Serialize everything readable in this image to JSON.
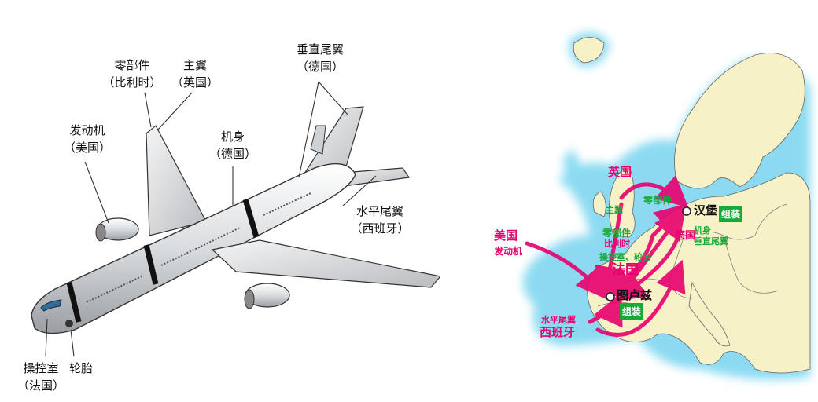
{
  "plane": {
    "parts": {
      "parts_label": {
        "name": "零部件",
        "country": "（比利时）"
      },
      "main_wing": {
        "name": "主翼",
        "country": "（英国）"
      },
      "vertical_tail": {
        "name": "垂直尾翼",
        "country": "（德国）"
      },
      "engine": {
        "name": "发动机",
        "country": "（美国）"
      },
      "fuselage": {
        "name": "机身",
        "country": "（德国）"
      },
      "horizontal_tail": {
        "name": "水平尾翼",
        "country": "（西班牙）"
      },
      "cockpit": {
        "name": "操控室",
        "country": "（法国）"
      },
      "tire": {
        "name": "轮胎"
      }
    }
  },
  "map": {
    "countries": {
      "uk": "英国",
      "usa": "美国",
      "france": "法国",
      "spain": "西班牙",
      "germany": "德国"
    },
    "cities": {
      "hamburg": "汉堡",
      "toulouse": "图卢兹"
    },
    "assembly_label": "组装",
    "components": {
      "uk_part": "主翼",
      "belgium_parts": "零部件",
      "belgium_parts2": "零部件",
      "belgium_country": "比利时",
      "usa_part": "发动机",
      "germany_part1": "机身",
      "germany_part2": "垂直尾翼",
      "france_part": "操控室、轮胎",
      "spain_part": "水平尾翼"
    },
    "colors": {
      "land": "#f7f1c8",
      "sea_glow": "#7fd7f0",
      "arrow": "#e8006e",
      "label_green": "#19a83a"
    }
  }
}
